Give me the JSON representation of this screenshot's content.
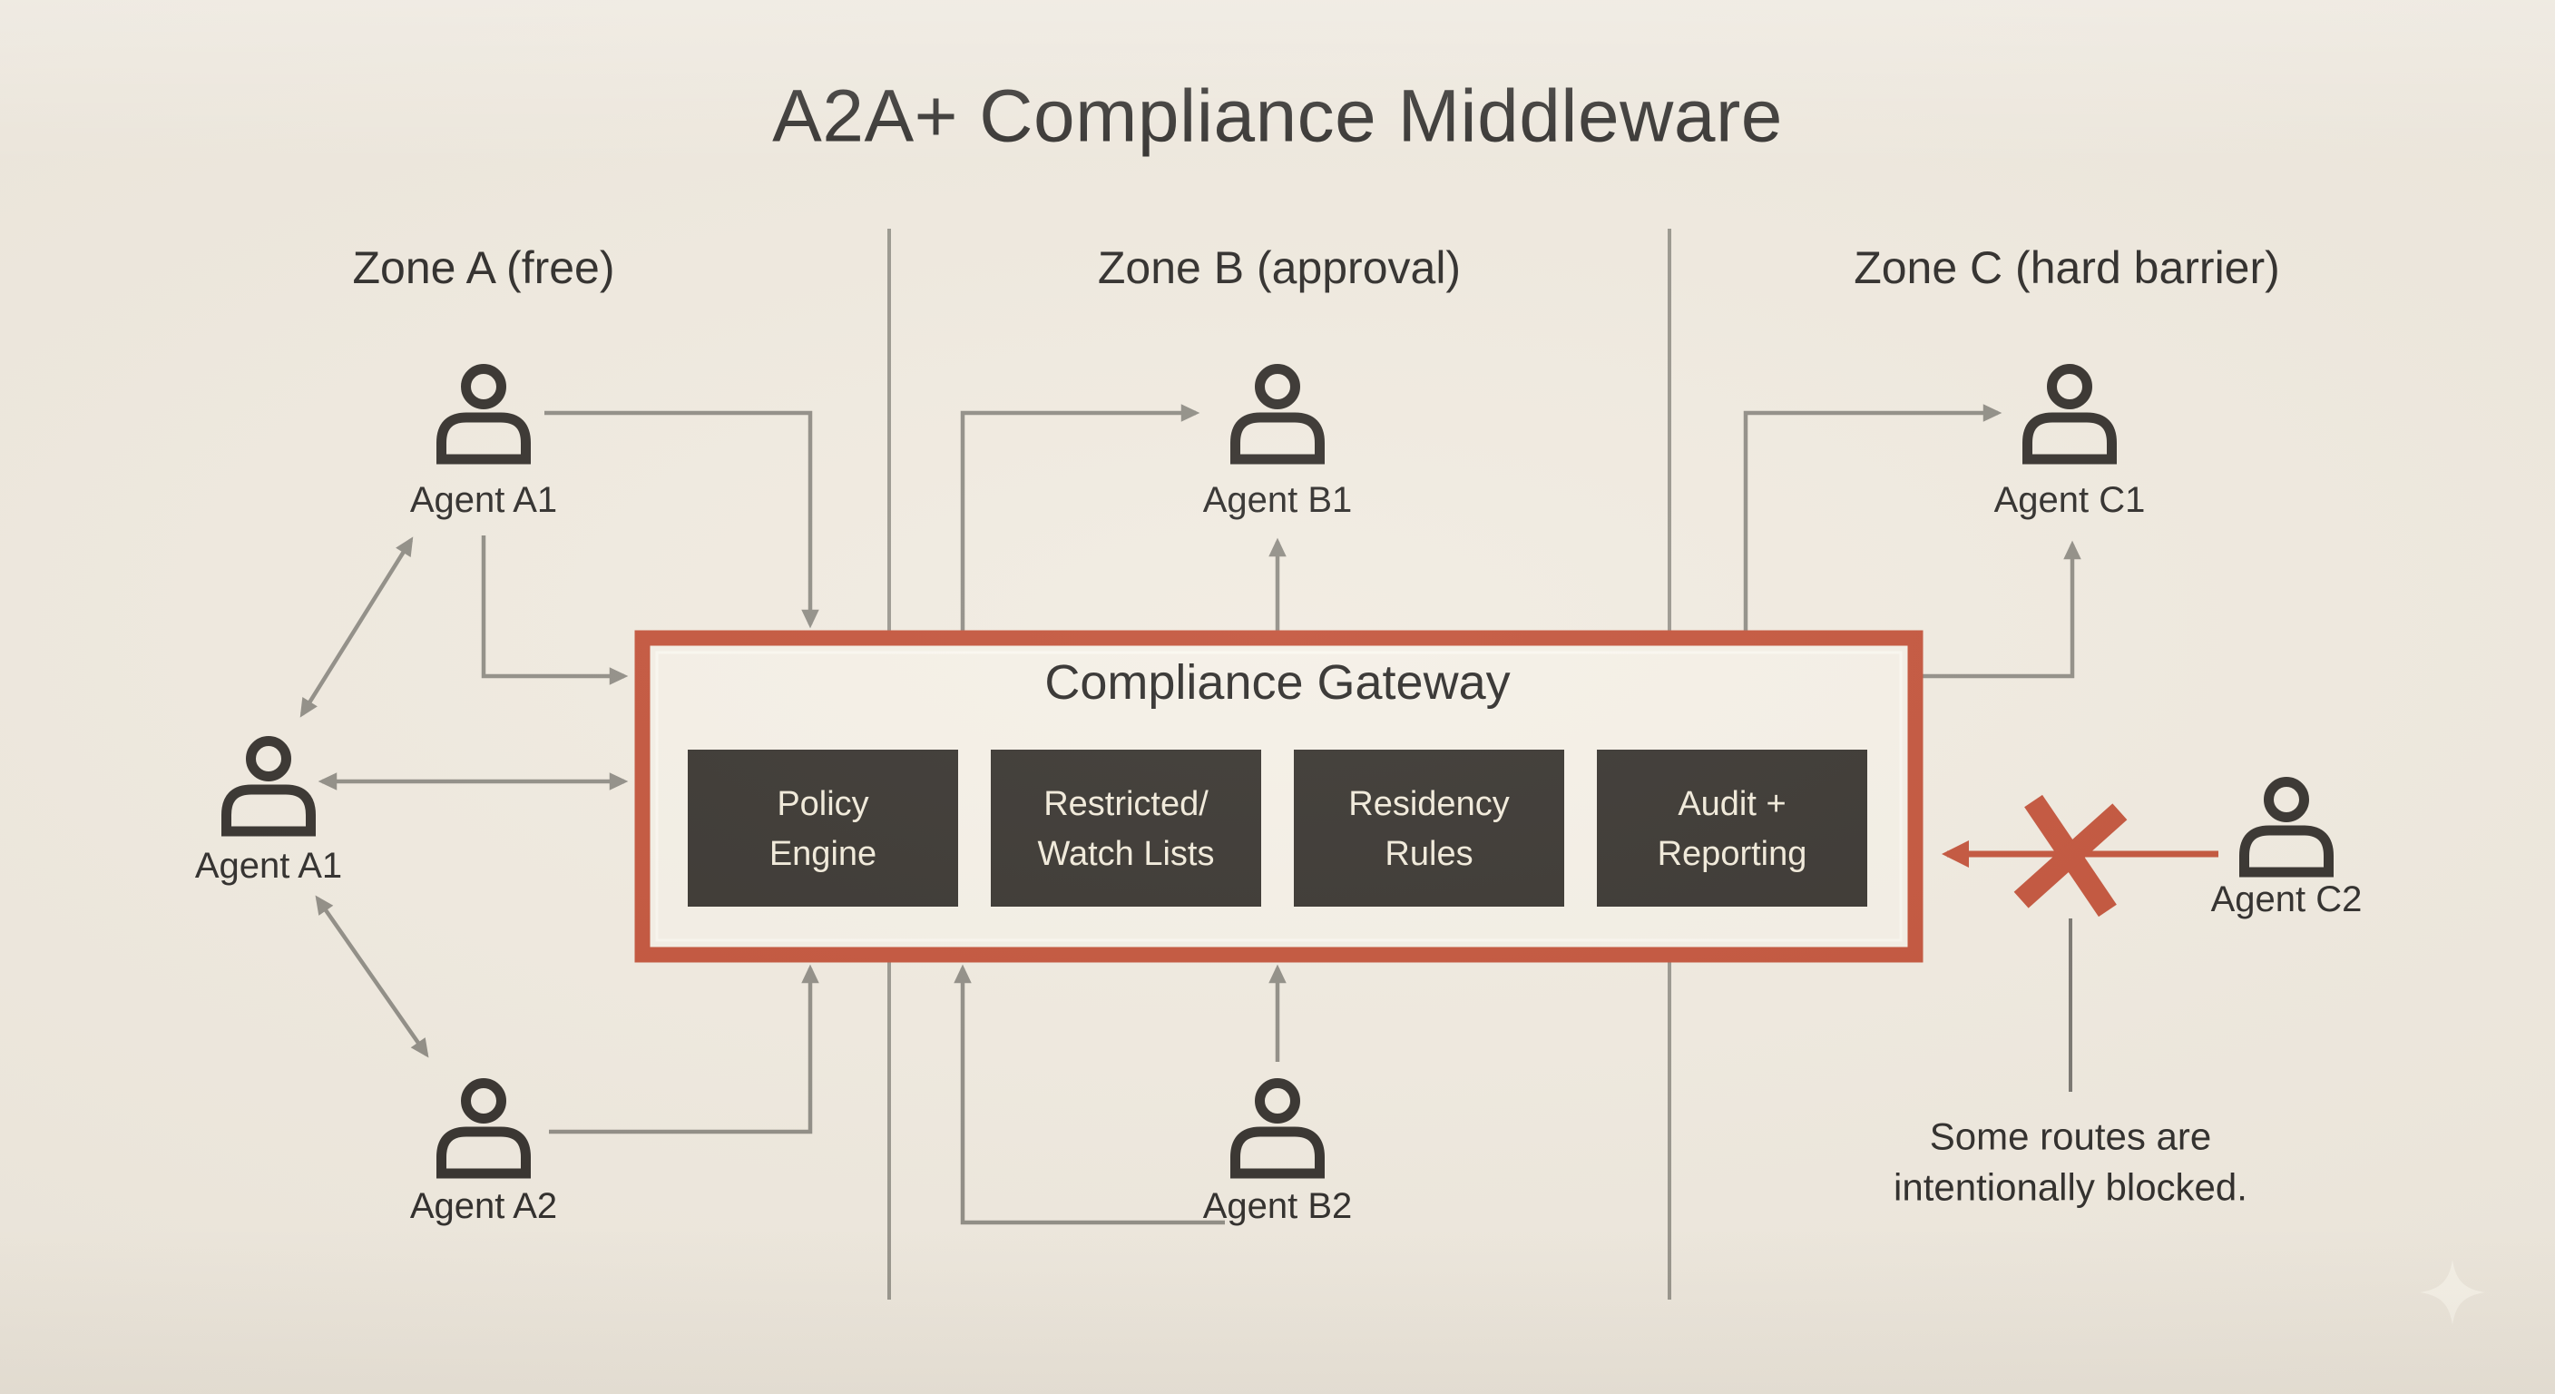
{
  "title": "A2A+ Compliance Middleware",
  "zones": [
    {
      "label": "Zone A (free)"
    },
    {
      "label": "Zone B (approval)"
    },
    {
      "label": "Zone C (hard barrier)"
    }
  ],
  "gateway": {
    "label": "Compliance Gateway",
    "modules": [
      {
        "line1": "Policy",
        "line2": "Engine"
      },
      {
        "line1": "Restricted/",
        "line2": "Watch Lists"
      },
      {
        "line1": "Residency",
        "line2": "Rules"
      },
      {
        "line1": "Audit +",
        "line2": "Reporting"
      }
    ]
  },
  "agents": [
    {
      "label": "Agent A1"
    },
    {
      "label": "Agent A1"
    },
    {
      "label": "Agent A2"
    },
    {
      "label": "Agent B1"
    },
    {
      "label": "Agent B2"
    },
    {
      "label": "Agent C1"
    },
    {
      "label": "Agent C2"
    }
  ],
  "note": {
    "line1": "Some routes are",
    "line2": "intentionally blocked."
  },
  "icons": {
    "agent": "person-icon",
    "blocked_route": "x-icon",
    "watermark": "sparkle-icon"
  },
  "colors": {
    "bg": "#f0eadf",
    "ink": "#242220",
    "icon": "#2b2723",
    "line": "#8b8880",
    "accent": "#c04b31",
    "panel": "#f4efe5",
    "module": "#2e2a25",
    "module_text": "#f1ead9"
  }
}
